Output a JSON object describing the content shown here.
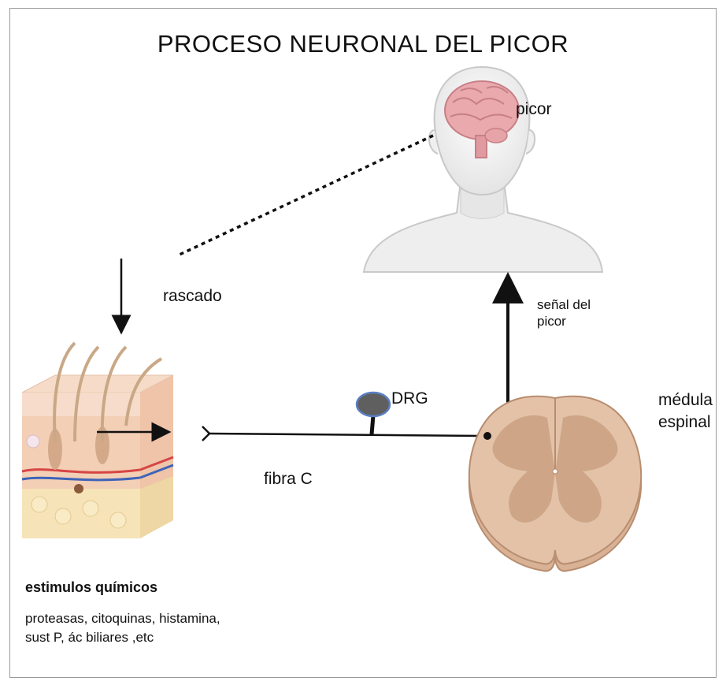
{
  "title": "PROCESO NEURONAL DEL PICOR",
  "labels": {
    "picor": "picor",
    "rascado": "rascado",
    "senal_line1": "señal del",
    "senal_line2": "picor",
    "drg": "DRG",
    "medula_line1": "médula",
    "medula_line2": "espinal",
    "fibra": "fibra C"
  },
  "stimuli": {
    "heading": "estimulos químicos",
    "description": "proteasas, citoquinas, histamina, sust P, ác biliares ,etc"
  },
  "colors": {
    "brain": "#e9a9ad",
    "skin": "#f0c9b0",
    "spinal_outer": "#e3c2a8",
    "spinal_inner": "#caa181",
    "drg": "#5f5f5f",
    "drg_ring": "#5b7fc4"
  }
}
